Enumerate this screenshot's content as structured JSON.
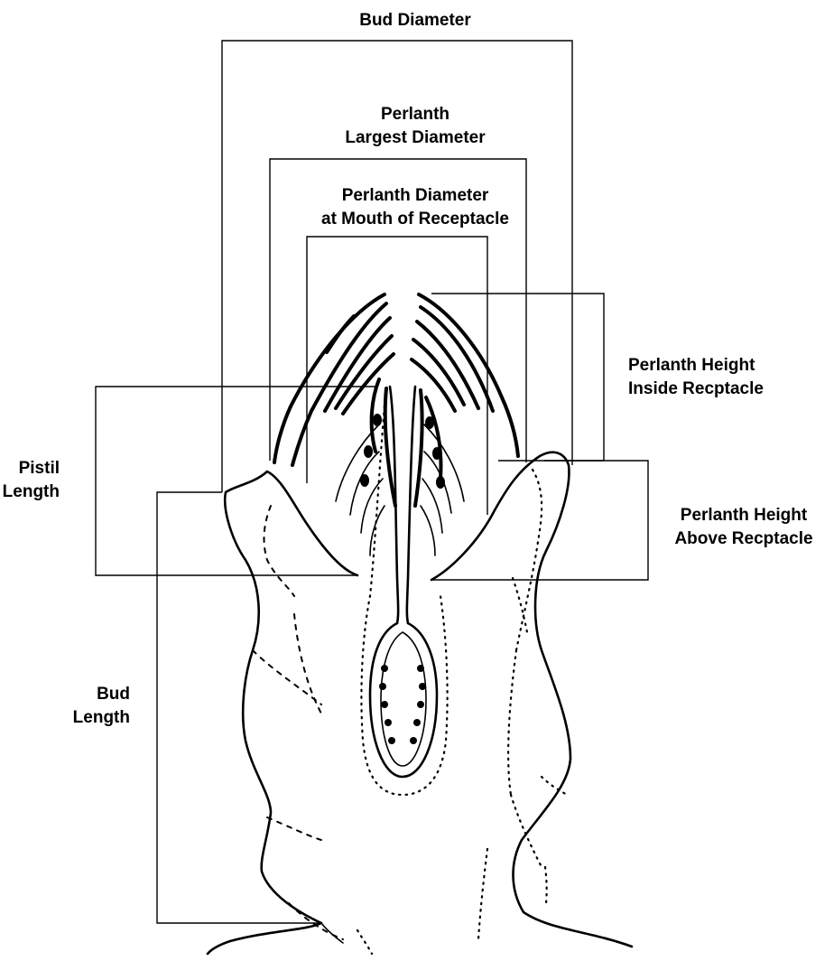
{
  "labels": {
    "bud_diameter": "Bud Diameter",
    "perianth_largest_diameter": [
      "Perlanth",
      "Largest Diameter"
    ],
    "perianth_diameter_mouth": [
      "Perlanth Diameter",
      "at Mouth of Receptacle"
    ],
    "perianth_height_inside": [
      "Perlanth Height",
      "Inside Recptacle"
    ],
    "perianth_height_above": [
      "Perlanth Height",
      "Above Recptacle"
    ],
    "pistil_length": [
      "Pistil",
      "Length"
    ],
    "bud_length": [
      "Bud",
      "Length"
    ]
  }
}
